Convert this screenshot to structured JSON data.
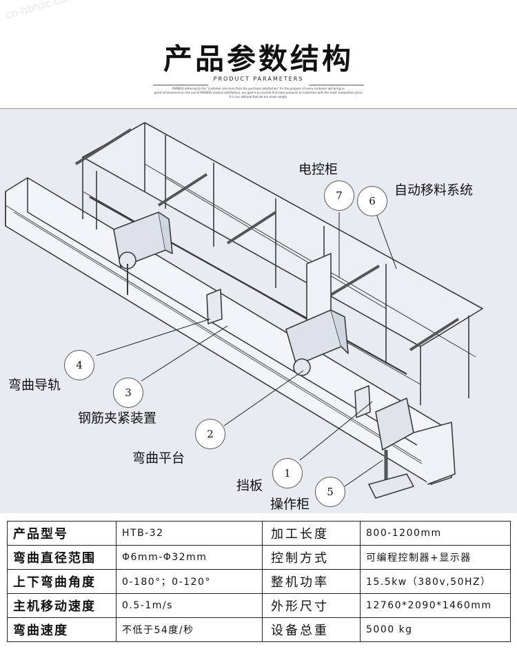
{
  "header": {
    "title": "产品参数结构",
    "subtitle": "PRODUCT PARAMETERS",
    "desc_line1": "PARBOO adhering to the \"customer see more than the purchase satisfaction\" for the purpose of every customer will bring us",
    "desc_line2": "great achievement on the use of PARBOO product satisfaction, our goal is to provide first-class products to customers with the most competitive price.",
    "desc_line3": "It is our attitude that we are never empty.",
    "watermark": "cn-hbhzc.com"
  },
  "diagram": {
    "labels": {
      "cabinet": "电控柜",
      "feeding": "自动移料系统",
      "rail": "弯曲导轨",
      "clamp": "钢筋夹紧装置",
      "platform": "弯曲平台",
      "stop": "挡板",
      "console": "操作柜"
    },
    "callouts": [
      "1",
      "2",
      "3",
      "4",
      "5",
      "6",
      "7"
    ]
  },
  "specs": {
    "rows": [
      {
        "k1": "产品型号",
        "v1": "HTB-32",
        "k2": "加工长度",
        "v2": "800-1200mm"
      },
      {
        "k1": "弯曲直径范围",
        "v1": "Φ6mm-Φ32mm",
        "k2": "控制方式",
        "v2": "可编程控制器+显示器"
      },
      {
        "k1": "上下弯曲角度",
        "v1": "0-180°；0-120°",
        "k2": "整机功率",
        "v2": "15.5kw（380v,50HZ）"
      },
      {
        "k1": "主机移动速度",
        "v1": "0.5-1m/s",
        "k2": "外形尺寸",
        "v2": "12760*2090*1460mm"
      },
      {
        "k1": "弯曲速度",
        "v1": "不低于54度/秒",
        "k2": "设备总重",
        "v2": "5000 kg"
      }
    ]
  },
  "colors": {
    "diagram_bg": "#e8ebf1",
    "line": "#333333"
  }
}
